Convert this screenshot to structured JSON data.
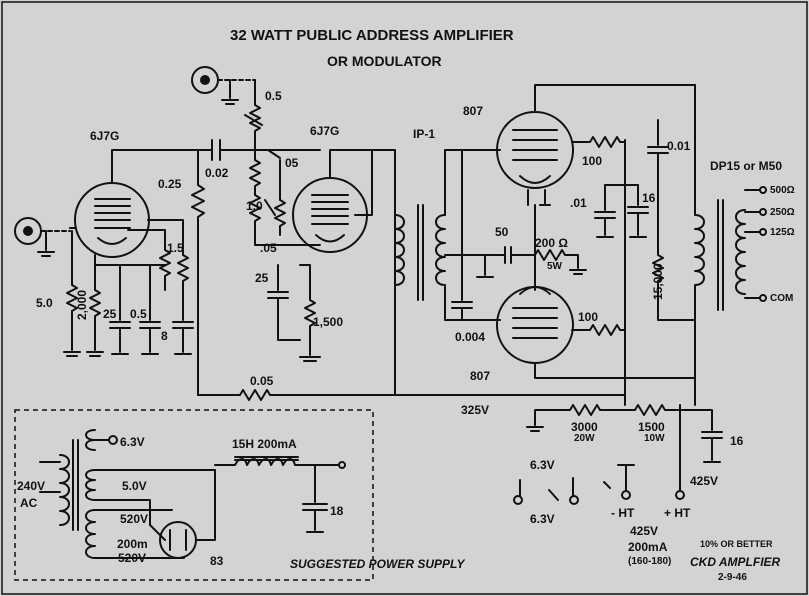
{
  "title": "32 WATT PUBLIC ADDRESS AMPLIFIER",
  "subtitle": "OR MODULATOR",
  "tubes": {
    "v1": "6J7G",
    "v2": "6J7G",
    "v3": "807",
    "v4": "807",
    "rect": "83"
  },
  "labels": {
    "pot_05_top": "0.5",
    "cap_002": "0.02",
    "r_025": "0.25",
    "r_10": "1.0",
    "r_05b": "05",
    "r_05c": ".05",
    "r_15": "1.5",
    "r_50": "5.0",
    "r_2000": "2,000",
    "c_25a": "25",
    "c_05": "0.5",
    "c_8": "8",
    "c_25b": "25",
    "r_1500": "1,500",
    "fb_005": "0.05",
    "ip1": "IP-1",
    "c_0004": "0.004",
    "c_50": "50",
    "r_200": "200 Ω",
    "r_5w": "5W",
    "r_100a": "100",
    "r_100b": "100",
    "c_001a": ".01",
    "c_16a": "16",
    "c_001b": "0.01",
    "r_15000": "15,000",
    "out_tx": "DP15 or M50",
    "tap_500": "500Ω",
    "tap_250": "250Ω",
    "tap_125": "125Ω",
    "tap_com": "COM",
    "b_325": "325V",
    "r_3000": "3000",
    "r_3000w": "20W",
    "r_1500b": "1500",
    "r_1500w": "10W",
    "c_16b": "16",
    "v_425a": "425V",
    "ht_neg": "- HT",
    "ht_pos": "+ HT",
    "h_63a": "6.3V",
    "h_63b": "6.3V",
    "ps_425": "425V",
    "ps_200": "200mA",
    "ps_range": "(160-180)",
    "tol": "10% OR BETTER",
    "ckd": "CKD AMPLFIER",
    "date": "2-9-46",
    "ps_title": "SUGGESTED POWER SUPPLY",
    "ac1": "240V",
    "ac2": "AC",
    "pt_63": "6.3V",
    "pt_50": "5.0V",
    "pt_520a": "520V",
    "pt_200m": "200m",
    "pt_520b": "520V",
    "choke": "15H  200mA",
    "c_18": "18"
  }
}
